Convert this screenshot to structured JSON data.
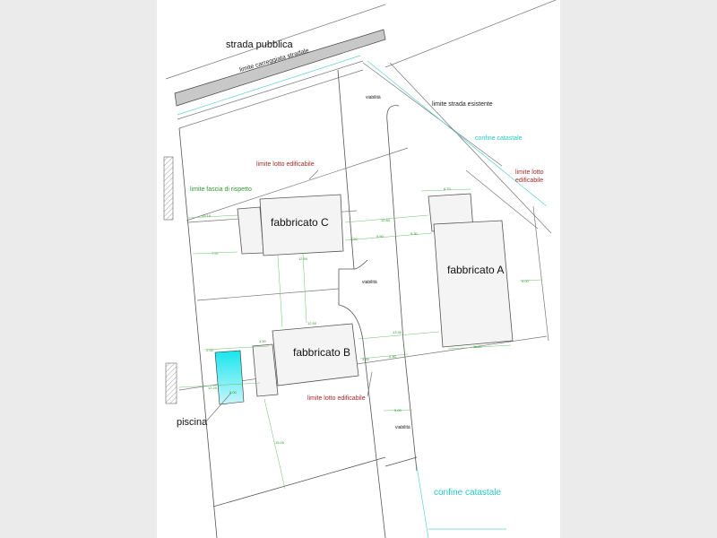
{
  "labels": {
    "road": "strada pubblica",
    "carriageway": "limite carreggiata stradale",
    "existing_road": "limite strada esistente",
    "cadastral_top": "confine catastale",
    "cadastral_bottom": "confine catastale",
    "lot_limit_1": "limite lotto edificabile",
    "lot_limit_2_line1": "limite lotto",
    "lot_limit_2_line2": "edificabile",
    "lot_limit_3": "limite lotto edificabile",
    "setback": "limite fascia di rispetto",
    "viability_1": "viabilità",
    "viability_2": "viabilità",
    "viability_3": "viabilità",
    "building_a": "fabbricato A",
    "building_b": "fabbricato B",
    "building_c": "fabbricato C",
    "pool": "piscina"
  },
  "dimensions": {
    "d1": "19.10",
    "d2": "12.80",
    "d3": "3.50",
    "d4": "5.50",
    "d5": "5.30",
    "d6": "7.97",
    "d7": "12.90",
    "d8": "5.00",
    "d9": "6.70",
    "d10": "13.90",
    "d11": "11.20",
    "d12": "12.90",
    "d13": "3.50",
    "d14": "2.00",
    "d15": "12.20",
    "d16": "5.00",
    "d17": "15.00",
    "d18": "3.00",
    "d19": "5.50",
    "d20": "5.00"
  },
  "colors": {
    "pool": "#2fe0e8",
    "cadastral": "#2bc7c7",
    "lot_limit": "#a52a2a",
    "dimension": "#2e9a2e"
  }
}
